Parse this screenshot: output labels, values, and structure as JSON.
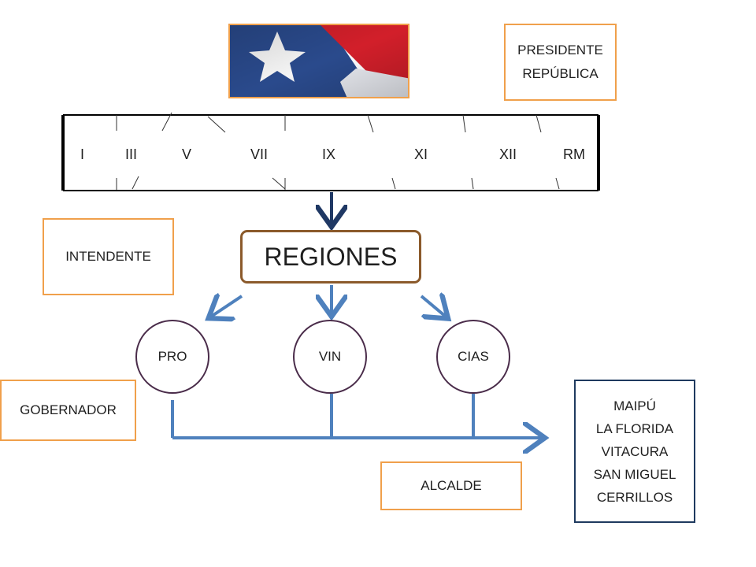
{
  "flag": {
    "icon": "chilean-flag-image",
    "colors": {
      "blue": "#2a4a8c",
      "red": "#d21f2a",
      "white": "#ffffff"
    }
  },
  "boxes": {
    "presidente": [
      "PRESIDENTE",
      "REPÚBLICA"
    ],
    "intendente": "INTENDENTE",
    "gobernador": "GOBERNADOR",
    "alcalde": "ALCALDE"
  },
  "regions_bar": {
    "labels": [
      "I",
      "III",
      "V",
      "VII",
      "IX",
      "XI",
      "XII",
      "RM"
    ]
  },
  "regiones_title": "REGIONES",
  "circles": [
    "PRO",
    "VIN",
    "CIAS"
  ],
  "comunas": [
    "MAIPÚ",
    "LA FLORIDA",
    "VITACURA",
    "SAN MIGUEL",
    "CERRILLOS"
  ],
  "colors": {
    "orange_border": "#f0a04b",
    "navy_border": "#1f3a5f",
    "arrow_blue": "#4f81bd",
    "dark_arrow": "#1f3864",
    "region_border": "#8b5a2b"
  }
}
